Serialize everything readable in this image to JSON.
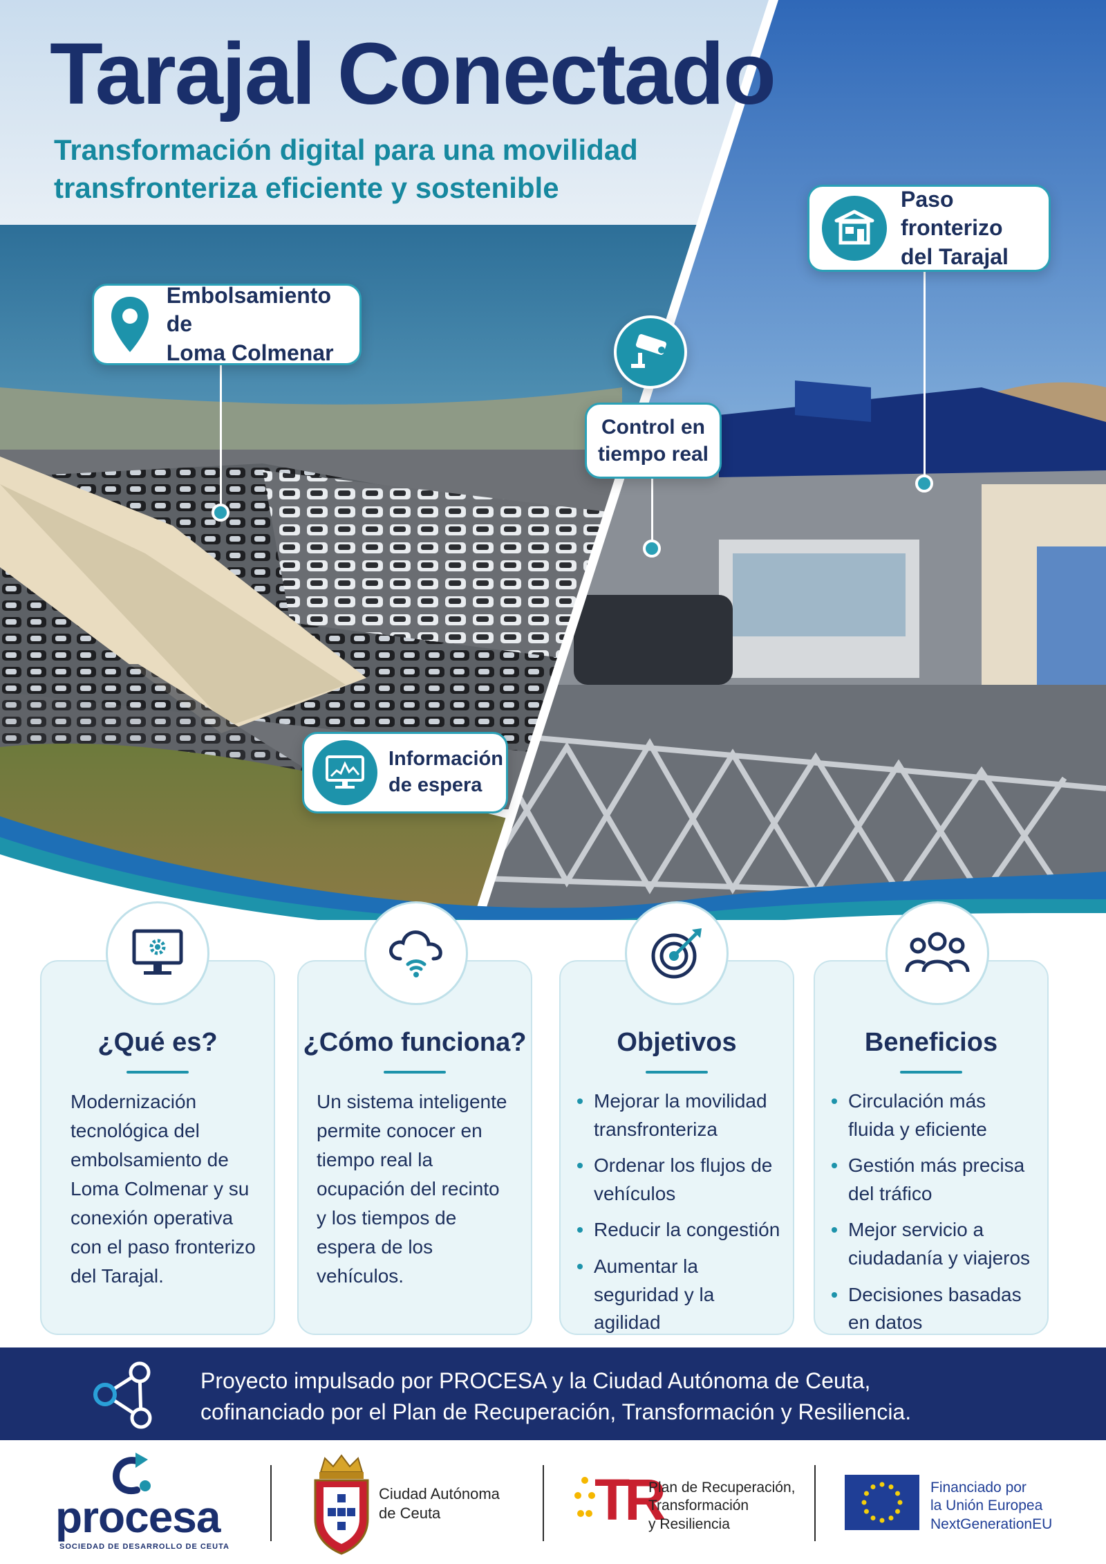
{
  "header": {
    "title": "Tarajal Conectado",
    "subtitle_line1": "Transformación digital para una movilidad",
    "subtitle_line2": "transfronteriza eficiente y sostenible"
  },
  "callouts": {
    "embolsamiento": {
      "line1": "Embolsamiento de",
      "line2": "Loma Colmenar",
      "icon": "location-pin-icon"
    },
    "paso": {
      "line1": "Paso fronterizo",
      "line2": "del Tarajal",
      "icon": "border-booth-icon"
    },
    "control": {
      "line1": "Control en",
      "line2": "tiempo real",
      "icon": "security-camera-icon"
    },
    "informacion": {
      "line1": "Información",
      "line2": "de espera",
      "icon": "monitor-chart-icon"
    }
  },
  "cards": [
    {
      "icon": "monitor-gear-icon",
      "title": "¿Qué es?",
      "text": "Modernización tecnológica del embolsamiento de Loma Colmenar y su conexión operativa con el paso fronterizo del Tarajal."
    },
    {
      "icon": "cloud-wifi-icon",
      "title": "¿Cómo funciona?",
      "text": "Un sistema inteligente permite conocer en tiempo real la ocupación del recinto y los tiempos de espera de los vehículos."
    },
    {
      "icon": "target-icon",
      "title": "Objetivos",
      "items": [
        "Mejorar la movilidad transfronteriza",
        "Ordenar los flujos de vehículos",
        "Reducir la congestión",
        "Aumentar la seguridad y la agilidad"
      ]
    },
    {
      "icon": "people-icon",
      "title": "Beneficios",
      "items": [
        "Circulación más fluida y eficiente",
        "Gestión más precisa del tráfico",
        "Mejor servicio a ciudadanía y viajeros",
        "Decisiones basadas en datos"
      ]
    }
  ],
  "banner": {
    "line1": "Proyecto impulsado por PROCESA y la Ciudad Autónoma de Ceuta,",
    "line2": "cofinanciado por el Plan de Recuperación, Transformación y Resiliencia."
  },
  "footer": {
    "procesa_name": "procesa",
    "procesa_tagline": "SOCIEDAD DE DESARROLLO DE CEUTA",
    "ceuta_line1": "Ciudad Autónoma",
    "ceuta_line2": "de Ceuta",
    "plan_line1": "Plan de Recuperación,",
    "plan_line2": "Transformación",
    "plan_line3": "y Resiliencia",
    "plan_logo_letters": "TR",
    "eu_line1": "Financiado por",
    "eu_line2": "la Unión Europea",
    "eu_line3": "NextGenerationEU"
  },
  "colors": {
    "navy": "#1a2f6b",
    "teal": "#1d93ab",
    "card_bg": "#e9f5f8",
    "banner_bg": "#1b2f6e",
    "eu_blue": "#1f3e96",
    "eu_star": "#f5cf0a",
    "plan_red": "#c8202f"
  }
}
